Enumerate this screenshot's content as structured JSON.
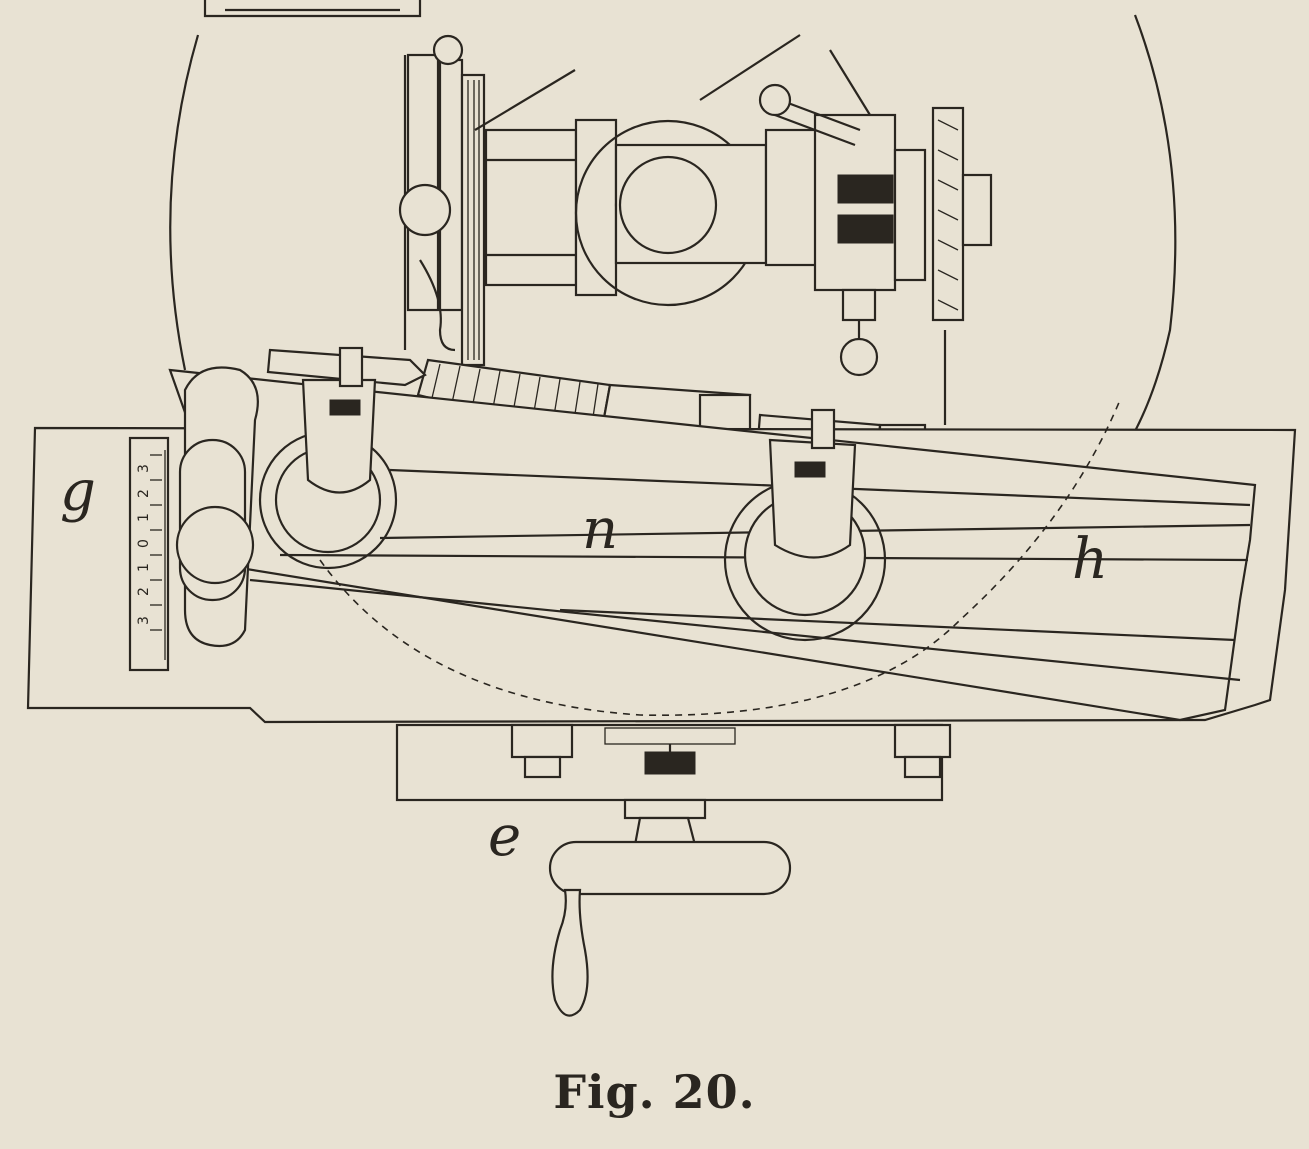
{
  "figure": {
    "caption": "Fig. 20.",
    "labels": {
      "g": "g",
      "n": "n",
      "h": "h",
      "e": "e"
    },
    "scale_ticks": [
      "3",
      "2",
      "1",
      "0",
      "1",
      "2",
      "3"
    ],
    "colors": {
      "paper": "#e8e2d3",
      "ink": "#2a2620"
    }
  }
}
